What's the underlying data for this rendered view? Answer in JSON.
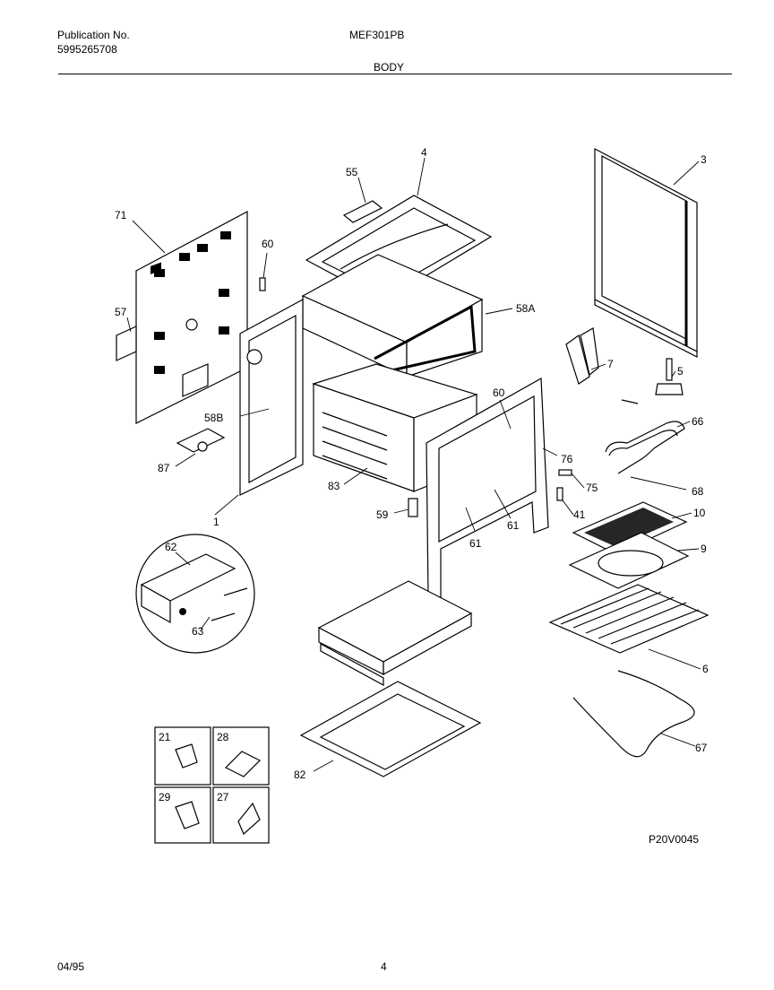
{
  "header": {
    "publication_label": "Publication No.",
    "publication_number": "5995265708",
    "model": "MEF301PB",
    "section": "BODY"
  },
  "footer": {
    "date": "04/95",
    "page": "4",
    "drawing_code": "P20V0045"
  },
  "callouts": {
    "c3": "3",
    "c4": "4",
    "c5": "5",
    "c6": "6",
    "c7": "7",
    "c9": "9",
    "c10": "10",
    "c41": "41",
    "c55": "55",
    "c57": "57",
    "c58a": "58A",
    "c58b": "58B",
    "c59": "59",
    "c60a": "60",
    "c60b": "60",
    "c61a": "61",
    "c61b": "61",
    "c62": "62",
    "c63": "63",
    "c66": "66",
    "c67": "67",
    "c68": "68",
    "c71": "71",
    "c75": "75",
    "c76": "76",
    "c82": "82",
    "c83": "83",
    "c87": "87",
    "c1": "1"
  },
  "inset_boxes": {
    "b21": "21",
    "b28": "28",
    "b29": "29",
    "b27": "27"
  }
}
